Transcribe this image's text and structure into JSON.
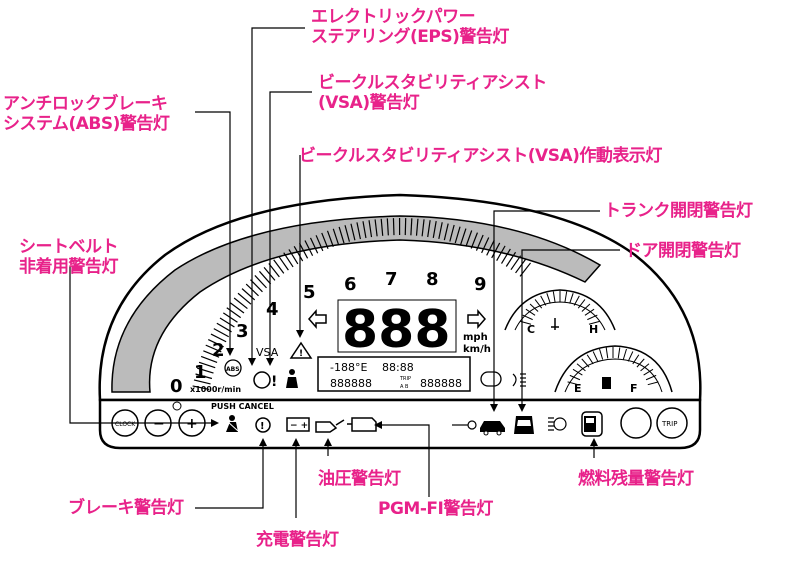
{
  "labels": {
    "eps": [
      "エレクトリックパワー",
      "ステアリング(EPS)警告灯"
    ],
    "vsa_warn": [
      "ビークルスタビリティアシスト",
      "(VSA)警告灯"
    ],
    "abs": [
      "アンチロックブレーキ",
      "システム(ABS)警告灯"
    ],
    "vsa_active": "ビークルスタビリティアシスト(VSA)作動表示灯",
    "trunk": "トランク開閉警告灯",
    "door": "ドア開閉警告灯",
    "seatbelt": [
      "シートベルト",
      "非着用警告灯"
    ],
    "brake": "ブレーキ警告灯",
    "charge": "充電警告灯",
    "oil": "油圧警告灯",
    "pgmfi": "PGM-FI警告灯",
    "fuel": "燃料残量警告灯"
  },
  "cluster": {
    "tach_numbers": [
      "0",
      "1",
      "2",
      "3",
      "4",
      "5",
      "6",
      "7",
      "8",
      "9"
    ],
    "tach_unit": "x1000r/min",
    "abs_badge": "ABS",
    "vsa_text": "VSA",
    "speed_digits": "888",
    "speed_unit_mph": "mph",
    "speed_unit_kmh": "km/h",
    "lcd_temp": "-188°E",
    "lcd_clock": "88:88",
    "lcd_odo": "888888",
    "lcd_trip": "888888",
    "trip_small": "TRIP",
    "ab_small": "A B",
    "push_cancel": "PUSH CANCEL",
    "clock_btn": "CLOCK",
    "minus_btn": "−",
    "plus_btn": "+",
    "trip_btn": "TRIP",
    "temp_c": "C",
    "temp_h": "H",
    "fuel_e": "E",
    "fuel_f": "F"
  }
}
